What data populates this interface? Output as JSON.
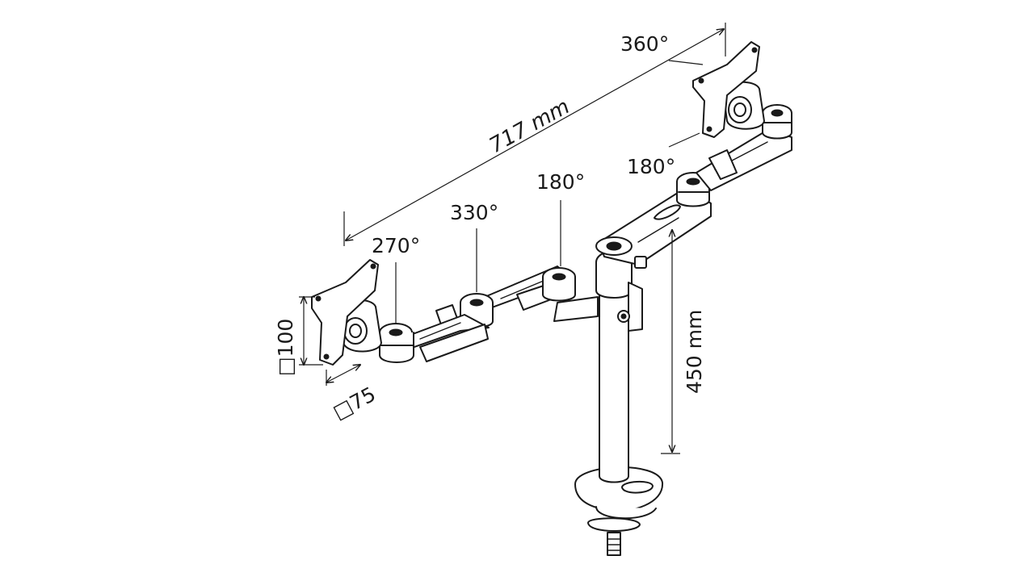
{
  "diagram": {
    "dimensions": {
      "span": "717 mm",
      "height": "450 mm",
      "vesa_large": "□100",
      "vesa_small": "□75"
    },
    "rotations": {
      "left_plate": "270°",
      "left_elbow": "330°",
      "center_joint": "180°",
      "right_plate": "360°",
      "right_joint": "180°"
    },
    "colors": {
      "ink": "#1a1a1a",
      "background": "#ffffff"
    }
  }
}
